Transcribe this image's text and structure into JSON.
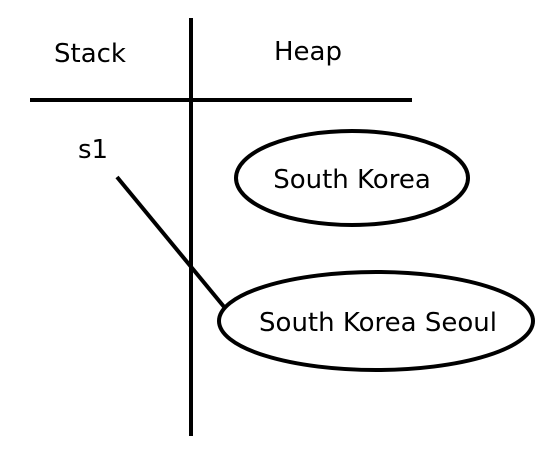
{
  "diagram": {
    "columns": {
      "stack_label": "Stack",
      "heap_label": "Heap"
    },
    "stack": {
      "variables": [
        {
          "name": "s1"
        }
      ]
    },
    "heap": {
      "objects": [
        {
          "value": "South Korea"
        },
        {
          "value": "South Korea Seoul"
        }
      ]
    },
    "references": [
      {
        "from": "s1",
        "to": "South Korea Seoul"
      }
    ],
    "colors": {
      "line": "#000000",
      "text": "#000000",
      "background": "#ffffff"
    }
  }
}
